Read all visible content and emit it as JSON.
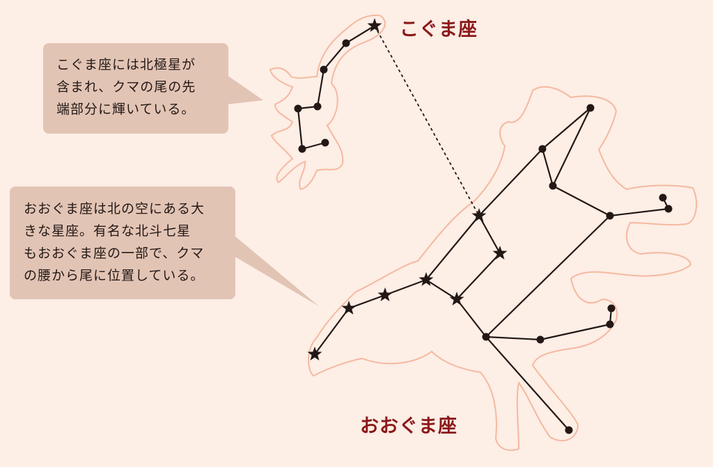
{
  "labels": {
    "little_dipper": "こぐま座",
    "big_dipper": "おおぐま座"
  },
  "callouts": {
    "little_dipper": [
      "こぐま座には北極星が",
      "含まれ、クマの尾の先",
      "端部分に輝いている。"
    ],
    "big_dipper": [
      "おおぐま座は北の空にある大",
      "きな星座。有名な北斗七星",
      "もおおぐま座の一部で、クマ",
      "の腰から尾に位置している。"
    ]
  },
  "colors": {
    "background": "#fdeee6",
    "callout": "#e2c4b5",
    "outline": "#f4b9a0",
    "title": "#8b1a1a",
    "star": "#231815"
  }
}
